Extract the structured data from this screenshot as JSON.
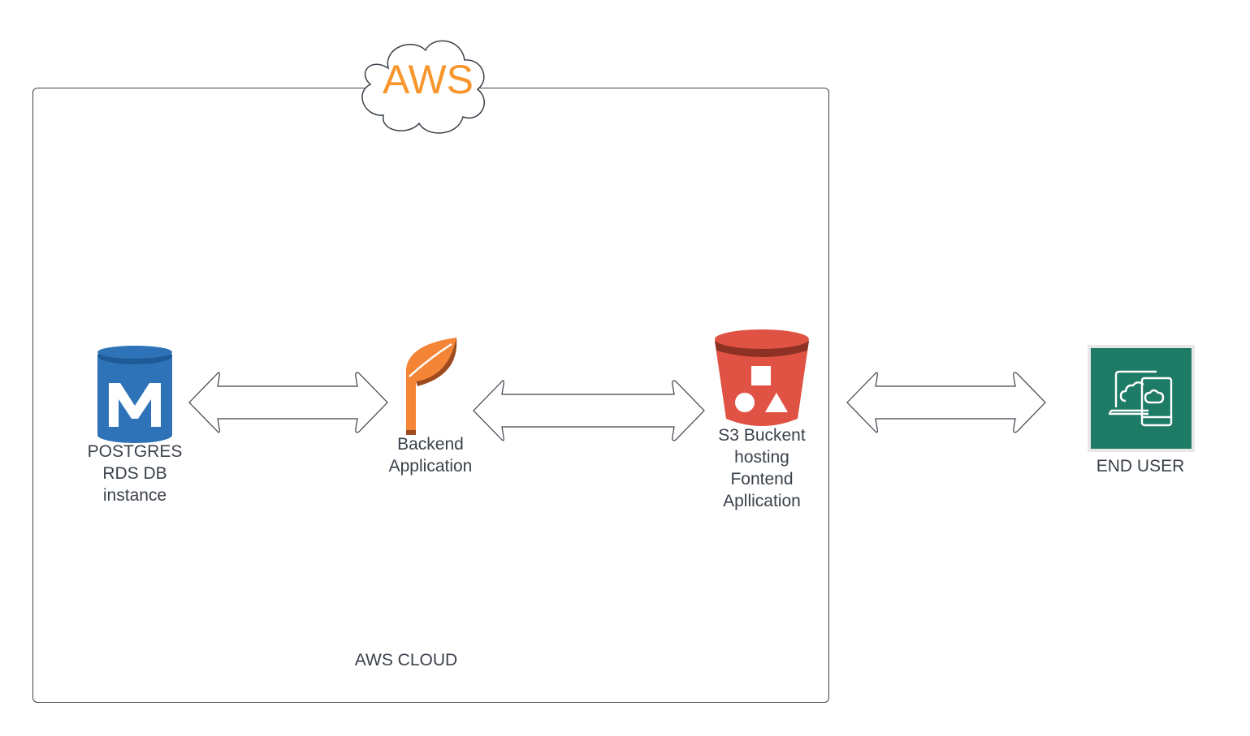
{
  "diagram": {
    "cloud_title": "AWS",
    "container_label": "AWS CLOUD",
    "nodes": [
      {
        "label_lines": [
          "POSTGRES",
          "RDS DB",
          "instance"
        ],
        "icon": "rds-database-icon"
      },
      {
        "label_lines": [
          "Backend",
          "Application"
        ],
        "icon": "elastic-beanstalk-icon"
      },
      {
        "label_lines": [
          "S3 Buckent",
          "hosting",
          "Fontend",
          "Apllication"
        ],
        "icon": "s3-bucket-icon"
      },
      {
        "label_lines": [
          "END USER"
        ],
        "icon": "client-device-icon"
      }
    ],
    "connections": [
      {
        "from": "POSTGRES RDS DB instance",
        "to": "Backend Application",
        "type": "bidirectional"
      },
      {
        "from": "Backend Application",
        "to": "S3 Buckent hosting Fontend Apllication",
        "type": "bidirectional"
      },
      {
        "from": "S3 Buckent hosting Fontend Apllication",
        "to": "END USER",
        "type": "bidirectional"
      }
    ],
    "colors": {
      "rds_blue": "#2e73b8",
      "beanstalk_orange": "#f58536",
      "s3_red": "#e05243",
      "end_user_green": "#1e7b65",
      "aws_orange": "#f7962d",
      "text": "#3a414a"
    }
  }
}
